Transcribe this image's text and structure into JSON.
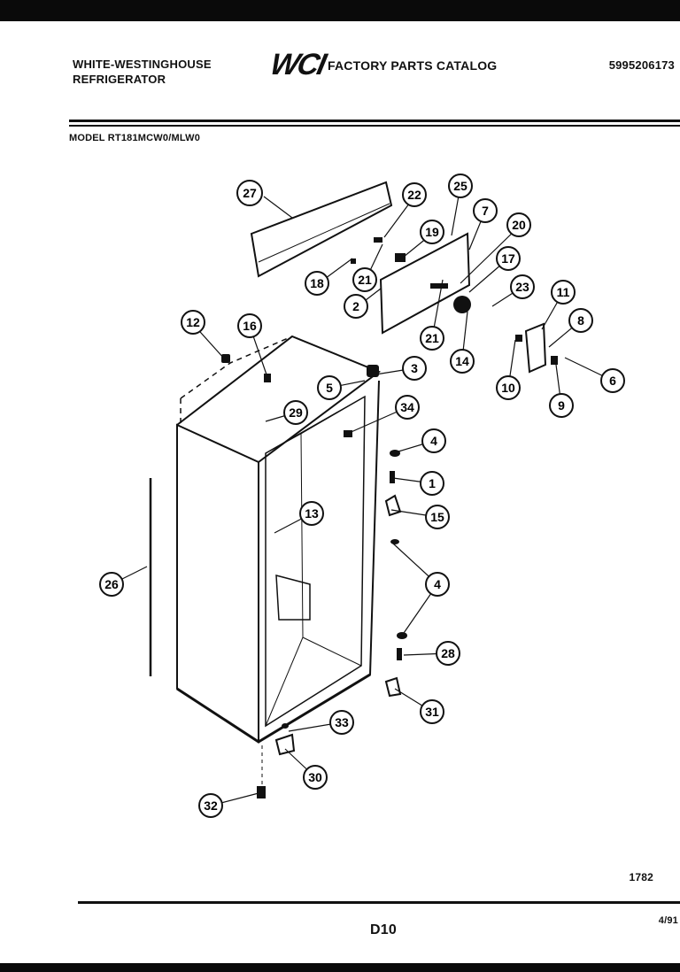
{
  "header": {
    "brand_line1": "WHITE-WESTINGHOUSE",
    "brand_line2": "REFRIGERATOR",
    "logo": "WCI",
    "catalog_title": "FACTORY PARTS CATALOG",
    "catalog_number": "5995206173",
    "model": "MODEL RT181MCW0/MLW0"
  },
  "callouts": [
    "27",
    "22",
    "25",
    "7",
    "20",
    "19",
    "18",
    "21",
    "2",
    "17",
    "23",
    "21",
    "14",
    "11",
    "8",
    "6",
    "10",
    "9",
    "12",
    "16",
    "3",
    "5",
    "29",
    "34",
    "4",
    "1",
    "15",
    "13",
    "26",
    "4",
    "28",
    "31",
    "33",
    "30",
    "32"
  ],
  "footer": {
    "drawing_number": "1782",
    "page": "D10",
    "date": "4/91"
  }
}
